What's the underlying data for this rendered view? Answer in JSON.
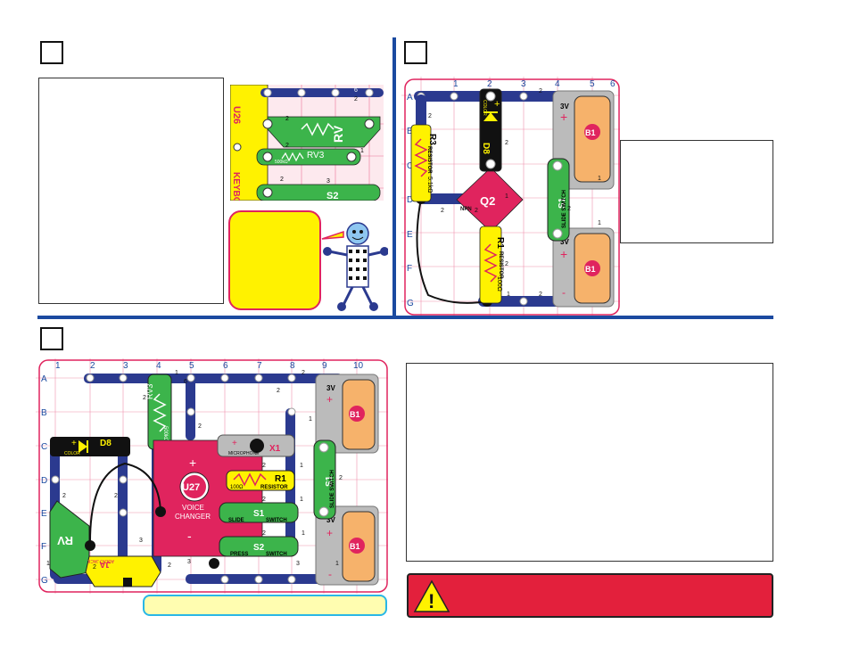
{
  "grid_top": {
    "columns": [
      "1",
      "2",
      "3",
      "4",
      "5",
      "6"
    ],
    "rows": [
      "A",
      "B",
      "C",
      "D",
      "E",
      "F",
      "G"
    ]
  },
  "grid_bottom": {
    "columns": [
      "1",
      "2",
      "3",
      "4",
      "5",
      "6",
      "7",
      "8",
      "9",
      "10"
    ],
    "rows": [
      "A",
      "B",
      "C",
      "D",
      "E",
      "F",
      "G"
    ]
  },
  "partial_labels": {
    "keyboard": "KEYBO",
    "u26": "U26",
    "rv3": "RV3",
    "rv3_value": "500kΩ",
    "rv": "RV",
    "s2": "S2"
  },
  "components_top": {
    "r3": "R3",
    "r3_type": "RESISTOR",
    "r3_value": "5.1kΩ",
    "d8": "D8",
    "d8_color": "COLOR",
    "q2": "Q2",
    "q2_type": "NPN",
    "r1": "R1",
    "r1_type": "RESISTOR",
    "r1_value": "100Ω",
    "s1": "S1",
    "s1_type": "SLIDE SWITCH",
    "b1": "B1",
    "b1_voltage": "3V",
    "plus": "+",
    "minus": "-"
  },
  "components_bottom": {
    "rv3": "RV3",
    "rv3_value": "500kΩ",
    "d8": "D8",
    "d8_color": "COLOR",
    "u27": "U27",
    "u27_name_1": "VOICE",
    "u27_name_2": "CHANGER",
    "x1": "X1",
    "x1_type": "MICROPHONE",
    "r1": "R1",
    "r1_value": "100Ω",
    "r1_type": "RESISTOR",
    "s1_bar": "S1",
    "s1_bar_type_a": "SLIDE",
    "s1_bar_type_b": "SWITCH",
    "s2": "S2",
    "s2_type_a": "PRESS",
    "s2_type_b": "SWITCH",
    "s1_vert": "S1",
    "s1_vert_type": "SLIDE SWITCH",
    "rv": "RV",
    "ja": "JA",
    "ja_type": "AUDIO JACK",
    "b1": "B1",
    "b1_voltage": "3V",
    "plus": "+",
    "minus": "-"
  },
  "warning": {
    "symbol": "!"
  },
  "colors": {
    "rule_blue": "#1b4aa0",
    "grid_red": "#e0245e",
    "wire_blue": "#2b3a8f",
    "battery_orange": "#f6b26b",
    "warning_red": "#e3203c",
    "bubble_yellow": "#fff200"
  }
}
